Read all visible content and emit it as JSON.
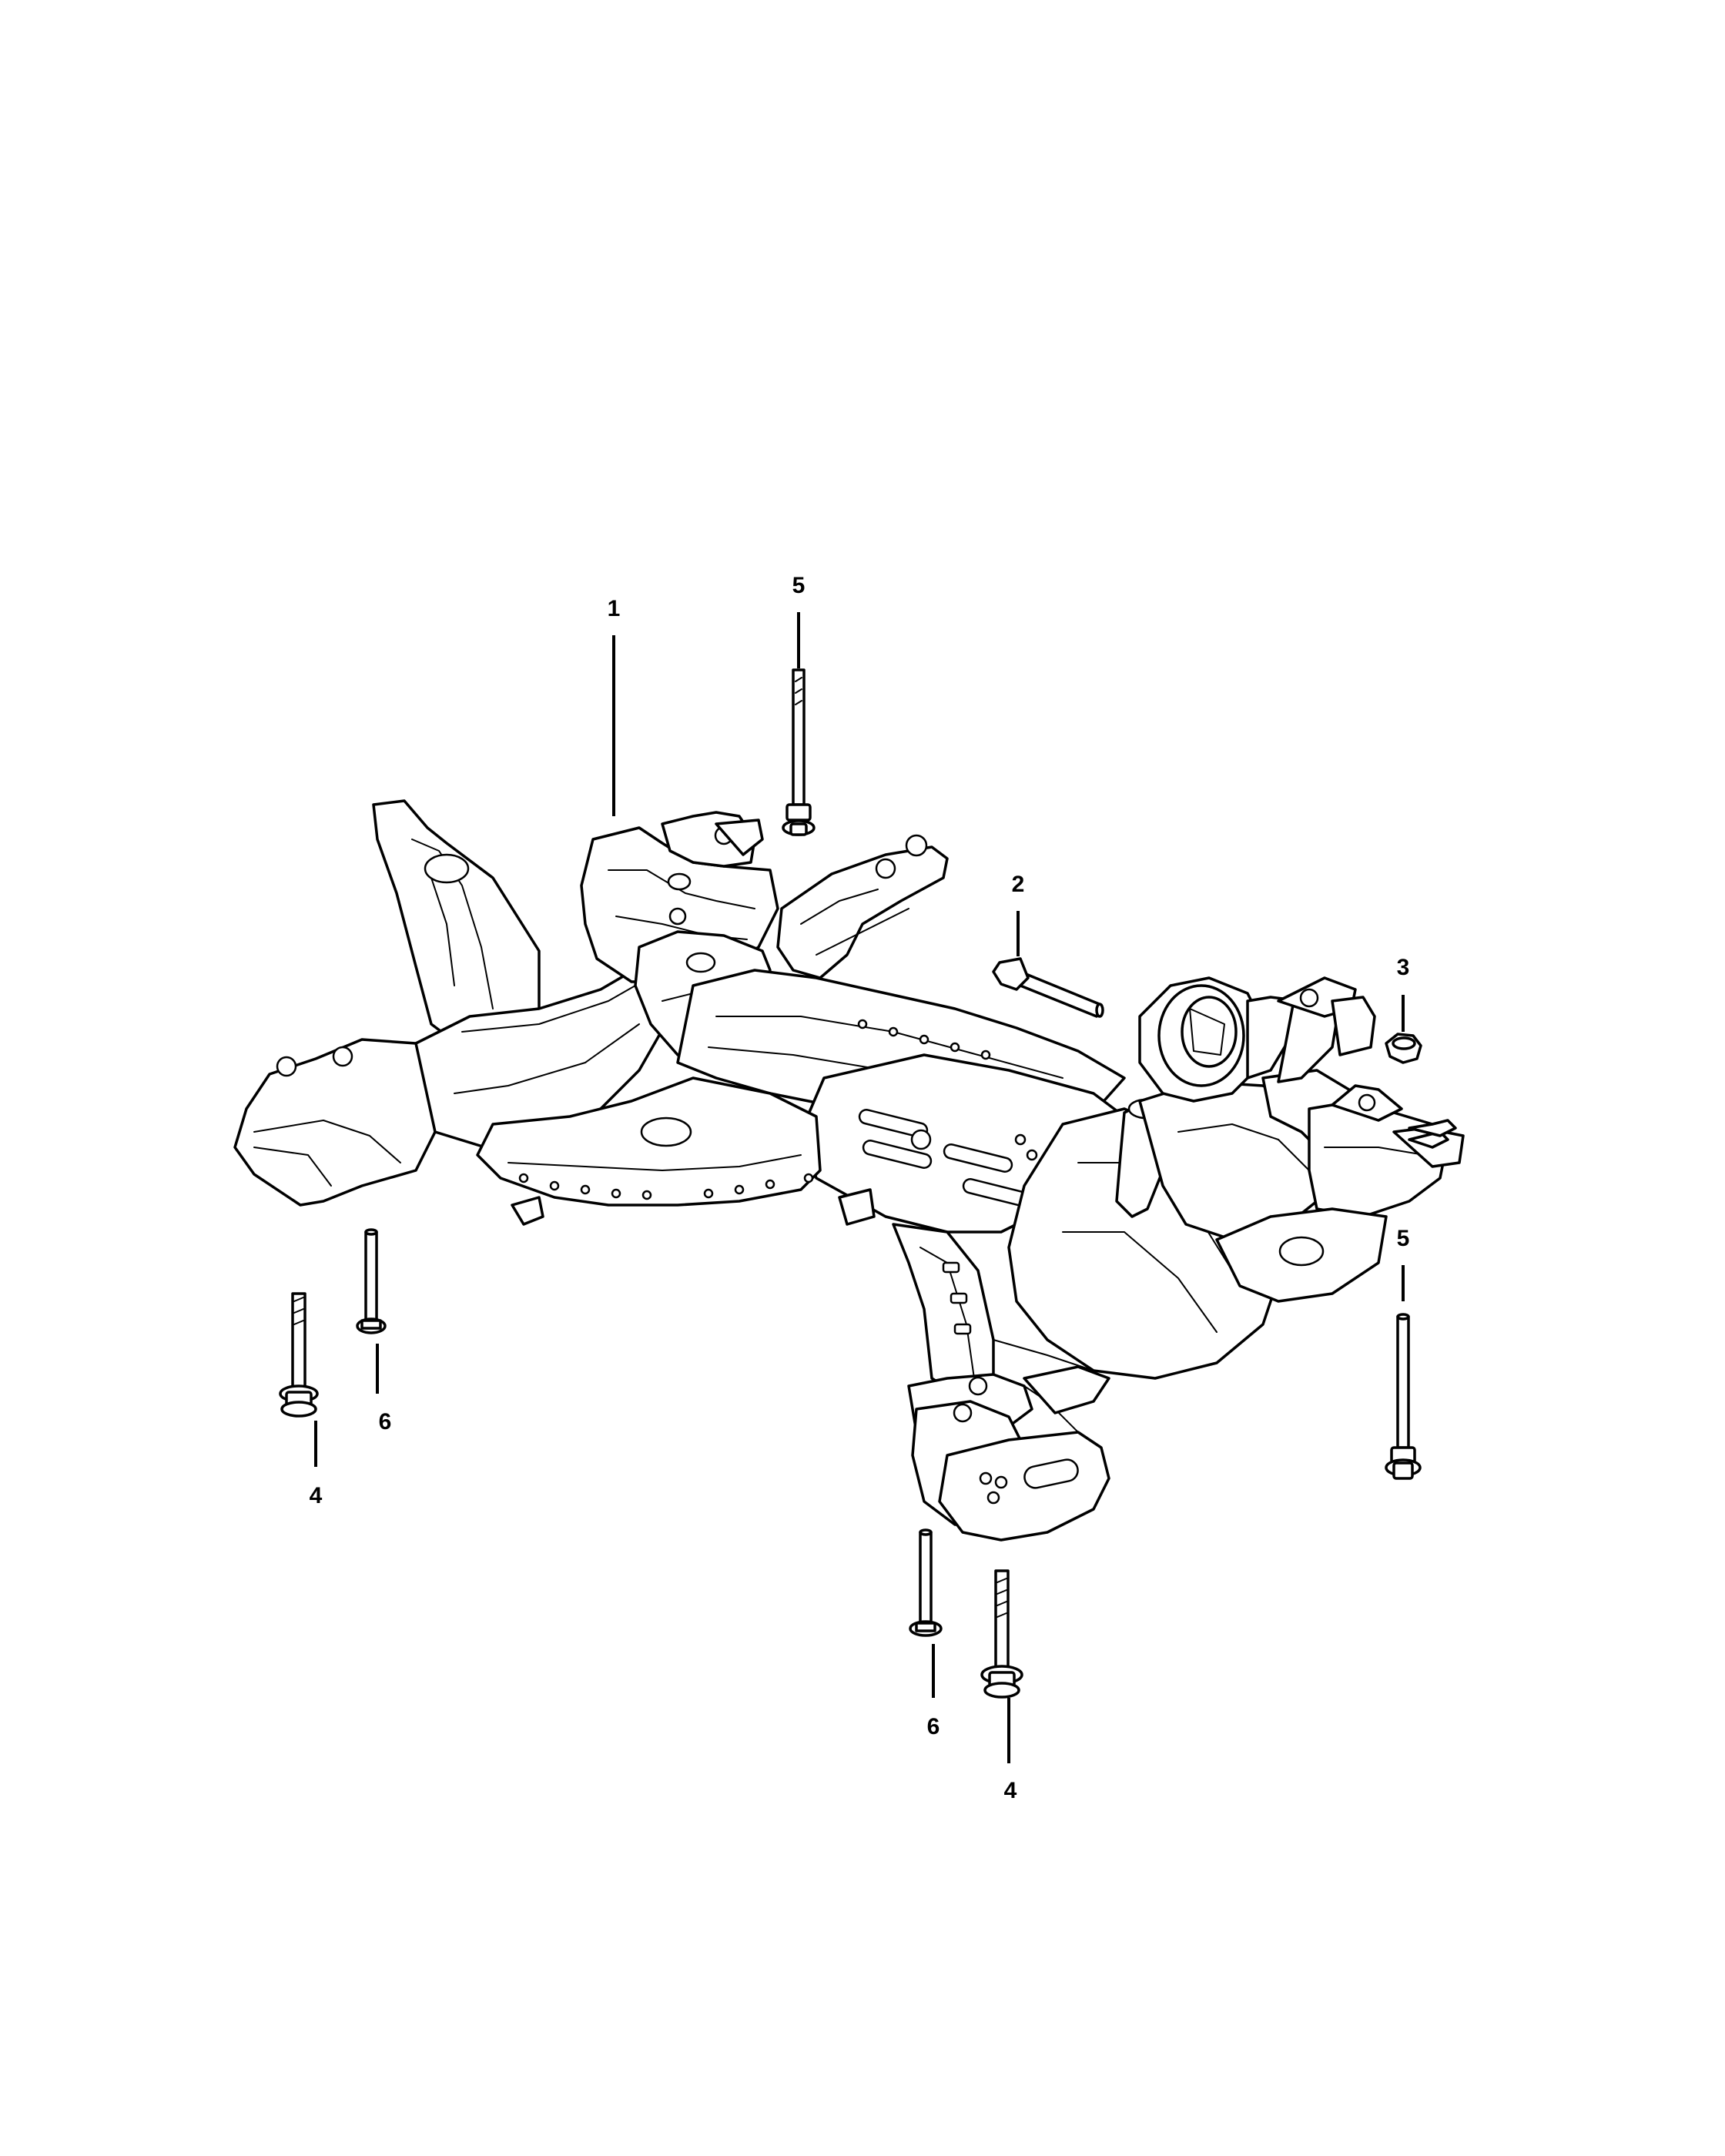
{
  "diagram": {
    "callouts": [
      {
        "id": "c1",
        "label": "1"
      },
      {
        "id": "c2",
        "label": "2"
      },
      {
        "id": "c3",
        "label": "3"
      },
      {
        "id": "c4a",
        "label": "4"
      },
      {
        "id": "c4b",
        "label": "4"
      },
      {
        "id": "c5a",
        "label": "5"
      },
      {
        "id": "c5b",
        "label": "5"
      },
      {
        "id": "c6a",
        "label": "6"
      },
      {
        "id": "c6b",
        "label": "6"
      }
    ]
  }
}
